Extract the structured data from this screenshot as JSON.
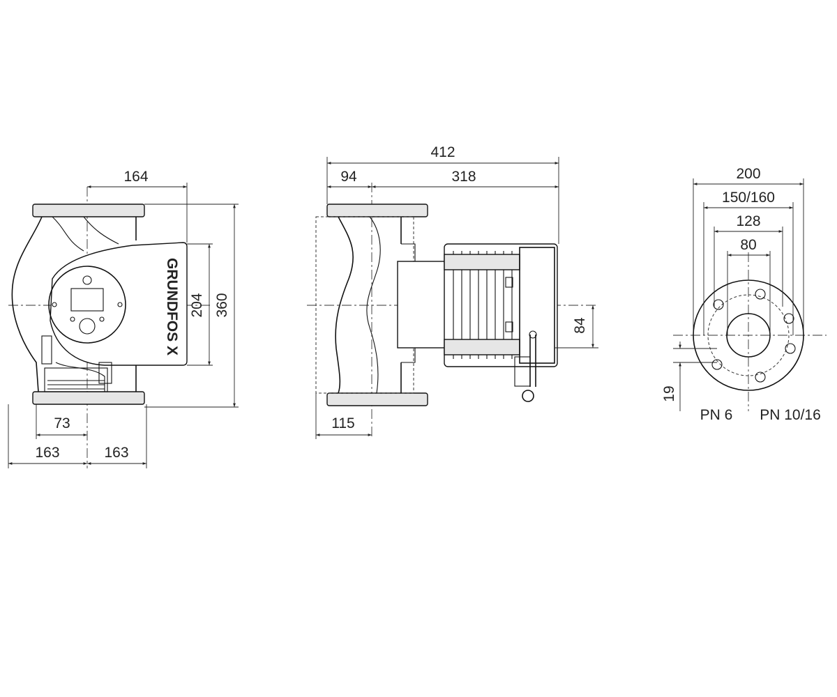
{
  "colors": {
    "line": "#111111",
    "text": "#222222",
    "background": "#ffffff"
  },
  "front_view": {
    "width_motor": "164",
    "height_box": "204",
    "height_total": "360",
    "offset_bottom": "73",
    "half_width_left": "163",
    "half_width_right": "163",
    "logo": "GRUNDFOS X"
  },
  "side_view": {
    "length_total": "412",
    "length_pump": "94",
    "length_motor": "318",
    "height_axis": "84",
    "port_to_axis": "115"
  },
  "flange_view": {
    "outer_dia": "200",
    "bolt_circle": "150/160",
    "flange_face": "128",
    "bore": "80",
    "thickness": "19",
    "label_pn6": "PN 6",
    "label_pn1016": "PN 10/16"
  }
}
